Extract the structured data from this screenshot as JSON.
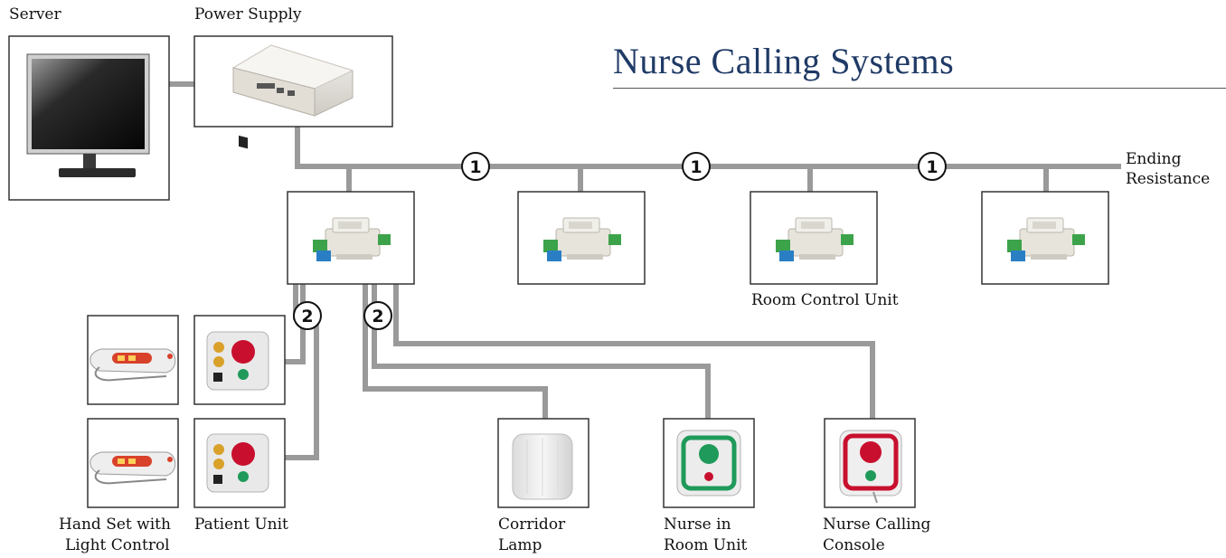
{
  "title": "Nurse Calling Systems",
  "labels": {
    "server": "Server",
    "power_supply": "Power Supply",
    "ending_resistance_1": "Ending",
    "ending_resistance_2": "Resistance",
    "room_control_unit": "Room Control Unit",
    "hand_set_1": "Hand Set with",
    "hand_set_2": "Light Control",
    "patient_unit": "Patient Unit",
    "corridor_lamp_1": "Corridor",
    "corridor_lamp_2": "Lamp",
    "nurse_in_room_1": "Nurse in",
    "nurse_in_room_2": "Room Unit",
    "nurse_console_1": "Nurse Calling",
    "nurse_console_2": "Console"
  },
  "markers": {
    "bus": "1",
    "branch": "2"
  },
  "colors": {
    "wire": "#9a9a9a",
    "title": "#1f3a66",
    "call_red": "#c8102e",
    "reset_green": "#1f9a5a",
    "aux_amber": "#d9a12a",
    "module_green": "#3da34a",
    "module_blue": "#2a7fc4"
  },
  "icons": [
    "monitor-icon",
    "power-supply-icon",
    "control-module-icon",
    "handset-icon",
    "patient-unit-icon",
    "corridor-lamp-icon",
    "room-unit-icon",
    "console-icon"
  ]
}
